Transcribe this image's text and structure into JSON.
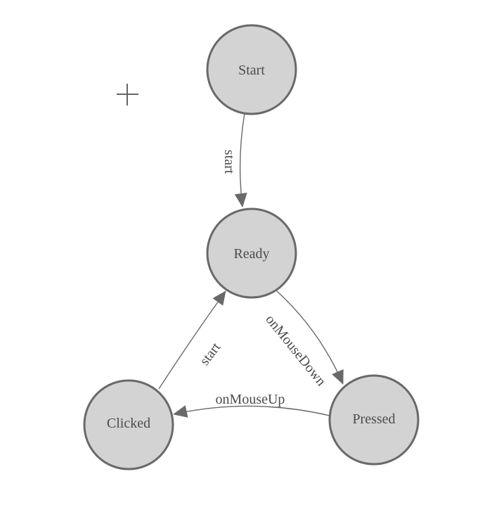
{
  "diagram": {
    "type": "state-machine",
    "background_color": "#ffffff",
    "colors": {
      "node_fill": "#d3d3d3",
      "node_stroke": "#696969",
      "edge_stroke": "#696969",
      "arrow_fill": "#696969",
      "label_color": "#4c4c4c",
      "cursor_color": "#666666"
    },
    "icons": {
      "cursor": "plus-crosshair-icon"
    },
    "nodes": [
      {
        "id": "start",
        "label": "Start"
      },
      {
        "id": "ready",
        "label": "Ready"
      },
      {
        "id": "clicked",
        "label": "Clicked"
      },
      {
        "id": "pressed",
        "label": "Pressed"
      }
    ],
    "edges": [
      {
        "from": "start",
        "to": "ready",
        "label": "start"
      },
      {
        "from": "ready",
        "to": "pressed",
        "label": "onMouseDown"
      },
      {
        "from": "pressed",
        "to": "clicked",
        "label": "onMouseUp"
      },
      {
        "from": "clicked",
        "to": "ready",
        "label": "start"
      }
    ]
  }
}
